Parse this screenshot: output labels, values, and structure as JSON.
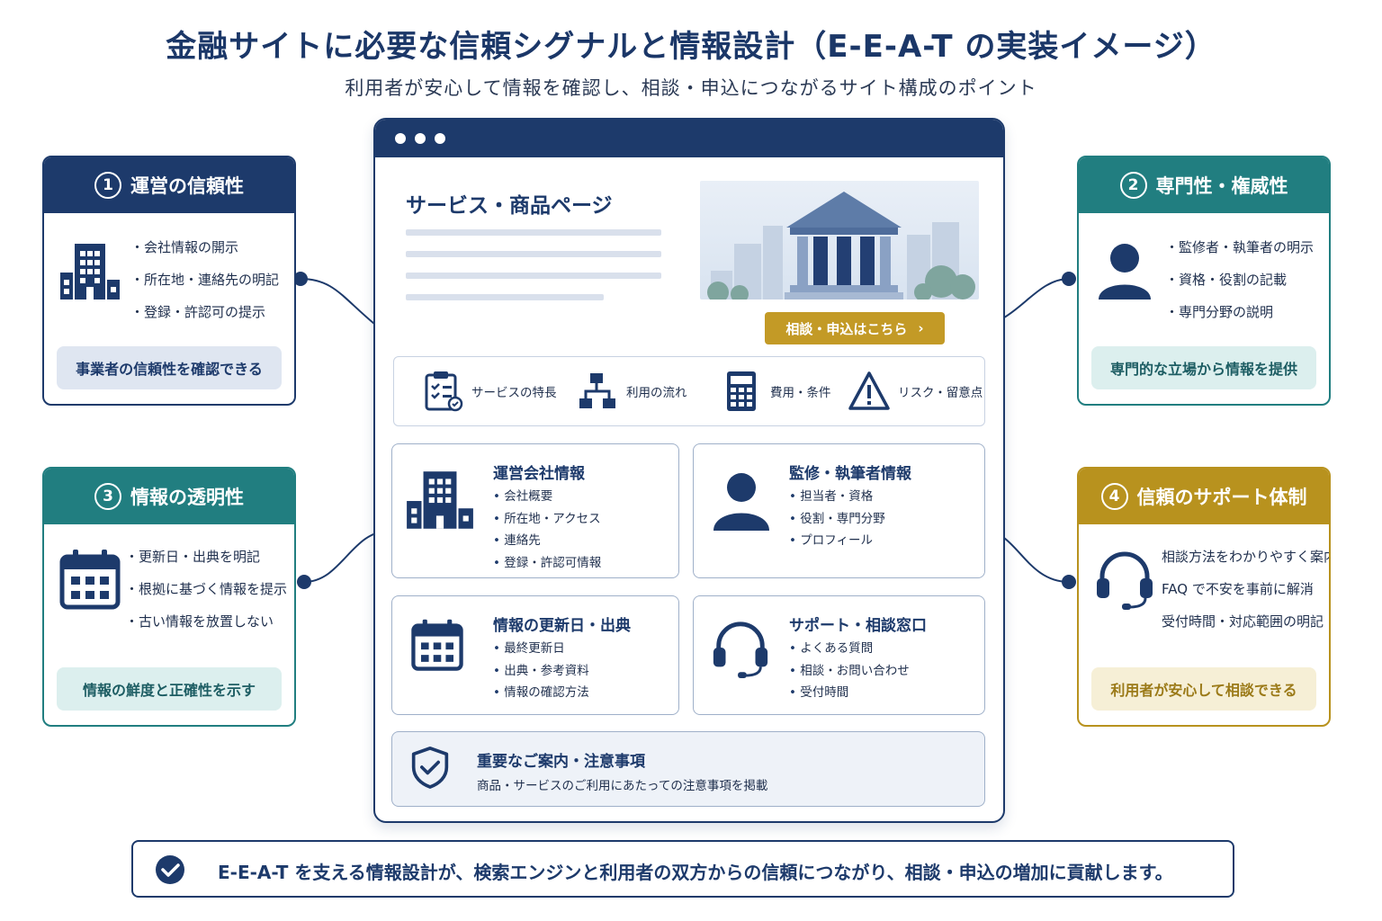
{
  "header": {
    "title": "金融サイトに必要な信頼シグナルと情報設計（E-E-A-T の実装イメージ）",
    "subtitle": "利用者が安心して情報を確認し、相談・申込につながるサイト構成のポイント"
  },
  "cards": [
    {
      "num": "1",
      "title": "運営の信頼性",
      "items": [
        "会社情報の開示",
        "所在地・連絡先の明記",
        "登録・許認可の提示"
      ],
      "footer": "事業者の信頼性を確認できる",
      "color": "#1d3a6b",
      "icon": "building-icon"
    },
    {
      "num": "2",
      "title": "専門性・権威性",
      "items": [
        "監修者・執筆者の明示",
        "資格・役割の記載",
        "専門分野の説明"
      ],
      "footer": "専門的な立場から情報を提供",
      "color": "#217e80",
      "icon": "person-icon"
    },
    {
      "num": "3",
      "title": "情報の透明性",
      "items": [
        "更新日・出典を明記",
        "根拠に基づく情報を提示",
        "古い情報を放置しない"
      ],
      "footer": "情報の鮮度と正確性を示す",
      "color": "#217e80",
      "icon": "calendar-icon"
    },
    {
      "num": "4",
      "title": "信頼のサポート体制",
      "items": [
        "相談方法をわかりやすく案内",
        "FAQ で不安を事前に解消",
        "受付時間・対応範囲の明記"
      ],
      "footer": "利用者が安心して相談できる",
      "color": "#b8921e",
      "icon": "headset-icon"
    }
  ],
  "browser": {
    "page_title": "サービス・商品ページ",
    "cta": "相談・申込はこちら",
    "features": [
      {
        "label": "サービスの特長",
        "icon": "clipboard-icon"
      },
      {
        "label": "利用の流れ",
        "icon": "flow-icon"
      },
      {
        "label": "費用・条件",
        "icon": "calculator-icon"
      },
      {
        "label": "リスク・留意点",
        "icon": "warning-icon"
      }
    ],
    "boxes": [
      {
        "title": "運営会社情報",
        "items": [
          "会社概要",
          "所在地・アクセス",
          "連絡先",
          "登録・許認可情報"
        ],
        "icon": "building-icon"
      },
      {
        "title": "監修・執筆者情報",
        "items": [
          "担当者・資格",
          "役割・専門分野",
          "プロフィール"
        ],
        "icon": "person-icon"
      },
      {
        "title": "情報の更新日・出典",
        "items": [
          "最終更新日",
          "出典・参考資料",
          "情報の確認方法"
        ],
        "icon": "calendar-icon"
      },
      {
        "title": "サポート・相談窓口",
        "items": [
          "よくある質問",
          "相談・お問い合わせ",
          "受付時間"
        ],
        "icon": "headset-icon"
      }
    ],
    "notice": {
      "title": "重要なご案内・注意事項",
      "desc": "商品・サービスのご利用にあたっての注意事項を掲載",
      "icon": "shield-check-icon"
    }
  },
  "bottom": {
    "text": "E-E-A-T を支える情報設計が、検索エンジンと利用者の双方からの信頼につながり、相談・申込の増加に貢献します。",
    "icon": "check-circle-icon"
  },
  "colors": {
    "navy": "#1d3a6b",
    "teal": "#217e80",
    "gold": "#b8921e",
    "cta": "#c39a26"
  }
}
